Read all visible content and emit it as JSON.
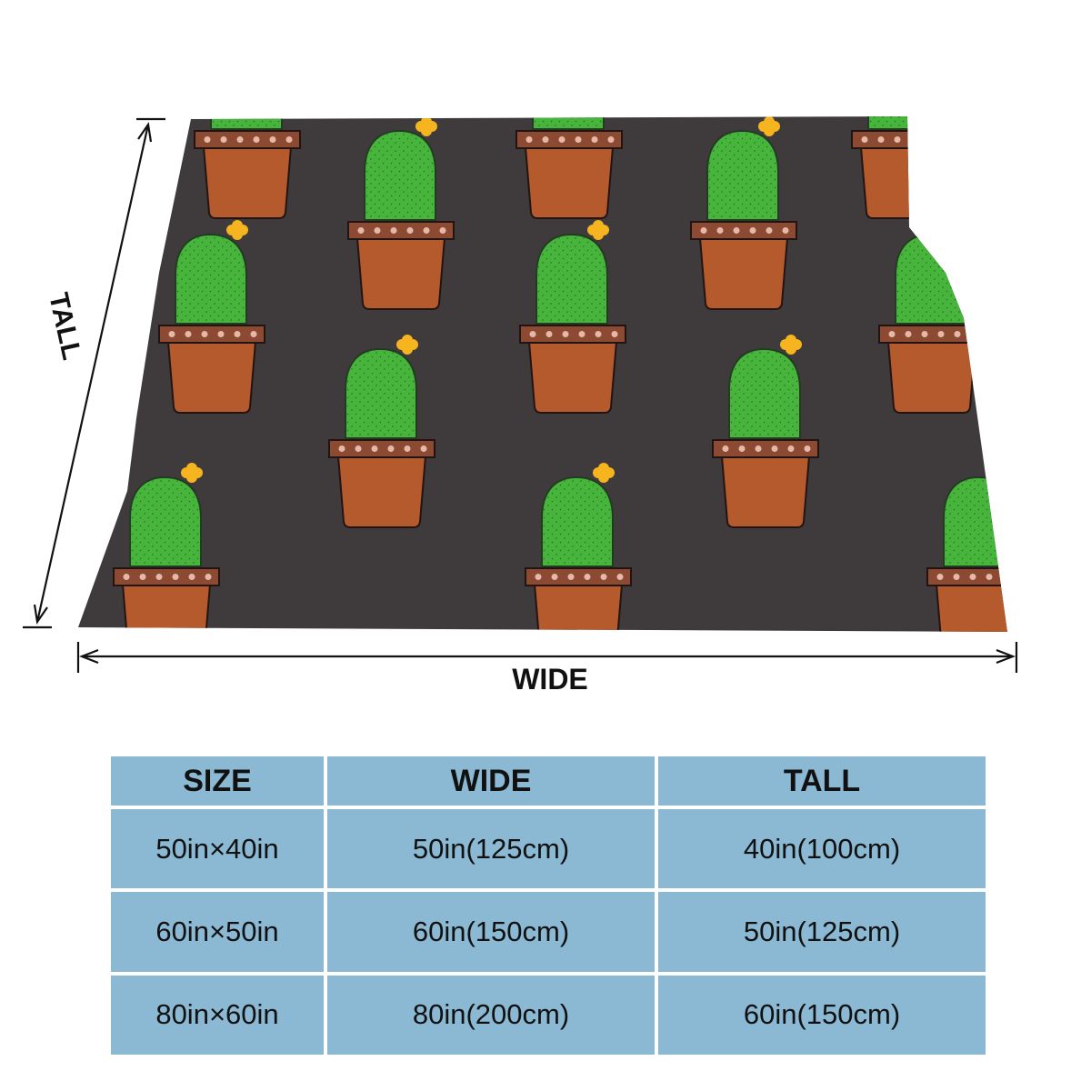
{
  "diagram": {
    "width_label": "WIDE",
    "height_label": "TALL"
  },
  "blanket": {
    "background_color": "#3f3b3c",
    "pot_color": "#b55a2c",
    "pot_rim_color": "#8c4a32",
    "cactus_color": "#47b43c",
    "flower_color": "#f6b41e"
  },
  "size_table": {
    "headers": [
      "SIZE",
      "WIDE",
      "TALL"
    ],
    "rows": [
      [
        "50in×40in",
        "50in(125cm)",
        "40in(100cm)"
      ],
      [
        "60in×50in",
        "60in(150cm)",
        "50in(125cm)"
      ],
      [
        "80in×60in",
        "80in(200cm)",
        "60in(150cm)"
      ]
    ],
    "cell_color": "#8bb9d4"
  }
}
